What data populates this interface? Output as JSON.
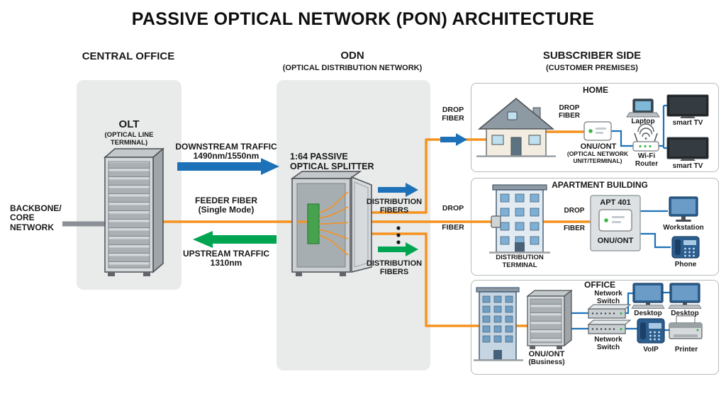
{
  "title": "PASSIVE OPTICAL NETWORK (PON) ARCHITECTURE",
  "central_office": {
    "header": "CENTRAL OFFICE",
    "backbone_label": "BACKBONE/\nCORE\nNETWORK",
    "olt_label": "OLT",
    "olt_sublabel": "(OPTICAL LINE\nTERMINAL)"
  },
  "odn": {
    "header": "ODN",
    "subheader": "(OPTICAL DISTRIBUTION NETWORK)",
    "splitter_label": "1:64 PASSIVE\nOPTICAL SPLITTER"
  },
  "subscriber": {
    "header": "SUBSCRIBER SIDE",
    "subheader": "(CUSTOMER PREMISES)"
  },
  "flows": {
    "downstream": "DOWNSTREAM TRAFFIC\n1490nm/1550nm",
    "feeder": "FEEDER FIBER\n(Single Mode)",
    "upstream": "UPSTREAM TRAFFIC\n1310nm",
    "distribution_top": "DISTRIBUTION\nFIBERS",
    "distribution_bottom": "DISTRIBUTION\nFIBERS",
    "drop_home": "DROP\nFIBER",
    "drop_apartment_word1": "DROP",
    "drop_apartment_word2": "FIBER"
  },
  "home": {
    "title": "HOME",
    "drop_label": "DROP\nFIBER",
    "onu_label": "ONU/ONT",
    "onu_sublabel": "(OPTICAL NETWORK\nUNIT/TERMINAL)",
    "laptop_label": "Laptop",
    "router_label": "Wi-Fi\nRouter",
    "tv1_label": "smart TV",
    "tv2_label": "smart TV"
  },
  "apartment": {
    "title": "APARTMENT BUILDING",
    "terminal_label": "DISTRIBUTION\nTERMINAL",
    "drop_word1": "DROP",
    "drop_word2": "FIBER",
    "unit_label": "APT 401",
    "onu_label": "ONU/ONT",
    "workstation_label": "Workstation",
    "phone_label": "Phone"
  },
  "office": {
    "title": "OFFICE",
    "onu_label": "ONU/ONT",
    "onu_sublabel": "(Business)",
    "switch_top_label": "Network\nSwitch",
    "switch_bottom_label": "Network\nSwitch",
    "desktop1_label": "Desktop",
    "desktop2_label": "Desktop",
    "voip_label": "VoIP",
    "printer_label": "Printer"
  },
  "colors": {
    "fiber_orange": "#f6921e",
    "downstream_blue": "#1d71b8",
    "upstream_green": "#00a551",
    "ethernet_blue": "#1d71b8",
    "backbone_gray": "#8a9096"
  }
}
